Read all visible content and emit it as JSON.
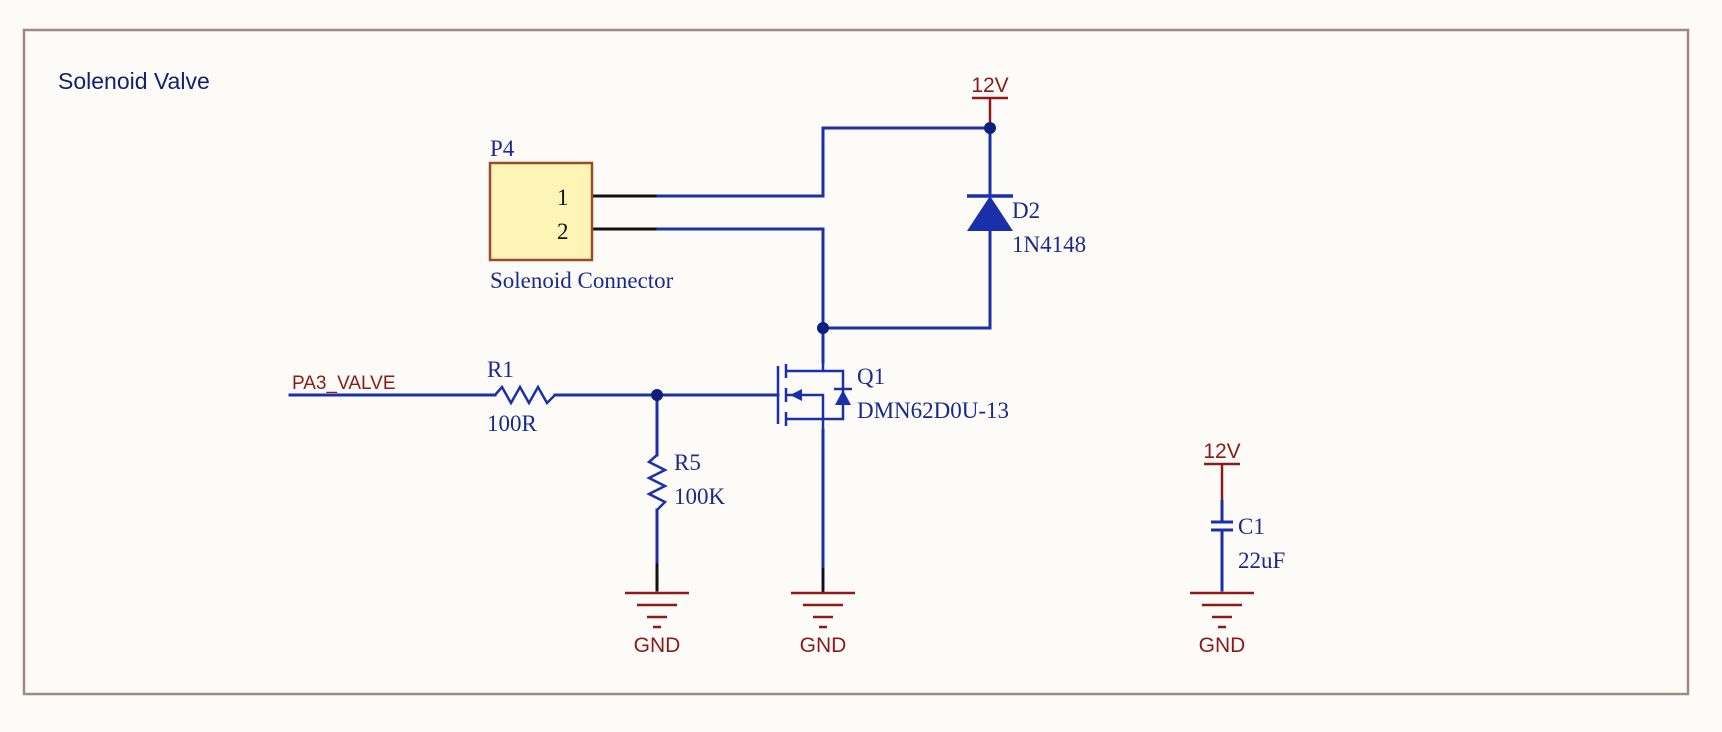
{
  "sheet": {
    "title": "Solenoid Valve"
  },
  "components": {
    "P4": {
      "designator": "P4",
      "value": "Solenoid Connector",
      "pin1": "1",
      "pin2": "2"
    },
    "D2": {
      "designator": "D2",
      "value": "1N4148"
    },
    "Q1": {
      "designator": "Q1",
      "value": "DMN62D0U-13"
    },
    "R1": {
      "designator": "R1",
      "value": "100R"
    },
    "R5": {
      "designator": "R5",
      "value": "100K"
    },
    "C1": {
      "designator": "C1",
      "value": "22uF"
    }
  },
  "power": {
    "vcc_top": "12V",
    "vcc_cap": "12V",
    "gnd_r5": "GND",
    "gnd_q1": "GND",
    "gnd_c1": "GND"
  },
  "nets": {
    "input": "PA3_VALVE"
  },
  "colors": {
    "background": "#fdfbf8",
    "frame": "#a08a80",
    "wire": "#1b2fa8",
    "wire_dark": "#111111",
    "power": "#8b1a1a",
    "component_body": "#fdf5b5",
    "component_outline": "#9c4a2a",
    "junction": "#0d1f7a"
  }
}
